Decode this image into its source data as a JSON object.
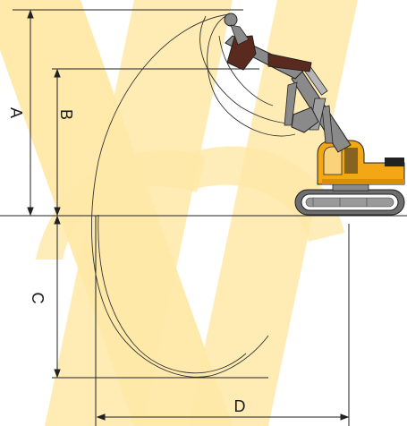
{
  "labels": {
    "a": "A",
    "b": "B",
    "c": "C",
    "d": "D"
  },
  "colors": {
    "watermark": "#FDD000",
    "line": "#222222",
    "machine_yellow": "#F4A714",
    "boom_gray": "#8A8A8A",
    "bucket_brown": "#5A2A1E",
    "track_gray": "#6E6E6E"
  },
  "icons": {
    "excavator": "excavator-icon",
    "watermark": "logo-watermark"
  }
}
